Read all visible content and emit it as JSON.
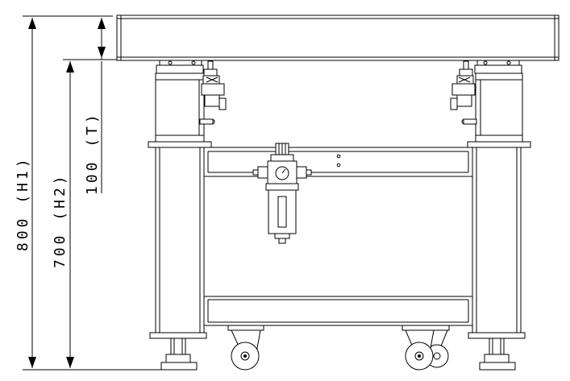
{
  "dimensions": {
    "h1_label": "800 (H1)",
    "h2_label": "700 (H2)",
    "t_label": "100 (T)"
  }
}
